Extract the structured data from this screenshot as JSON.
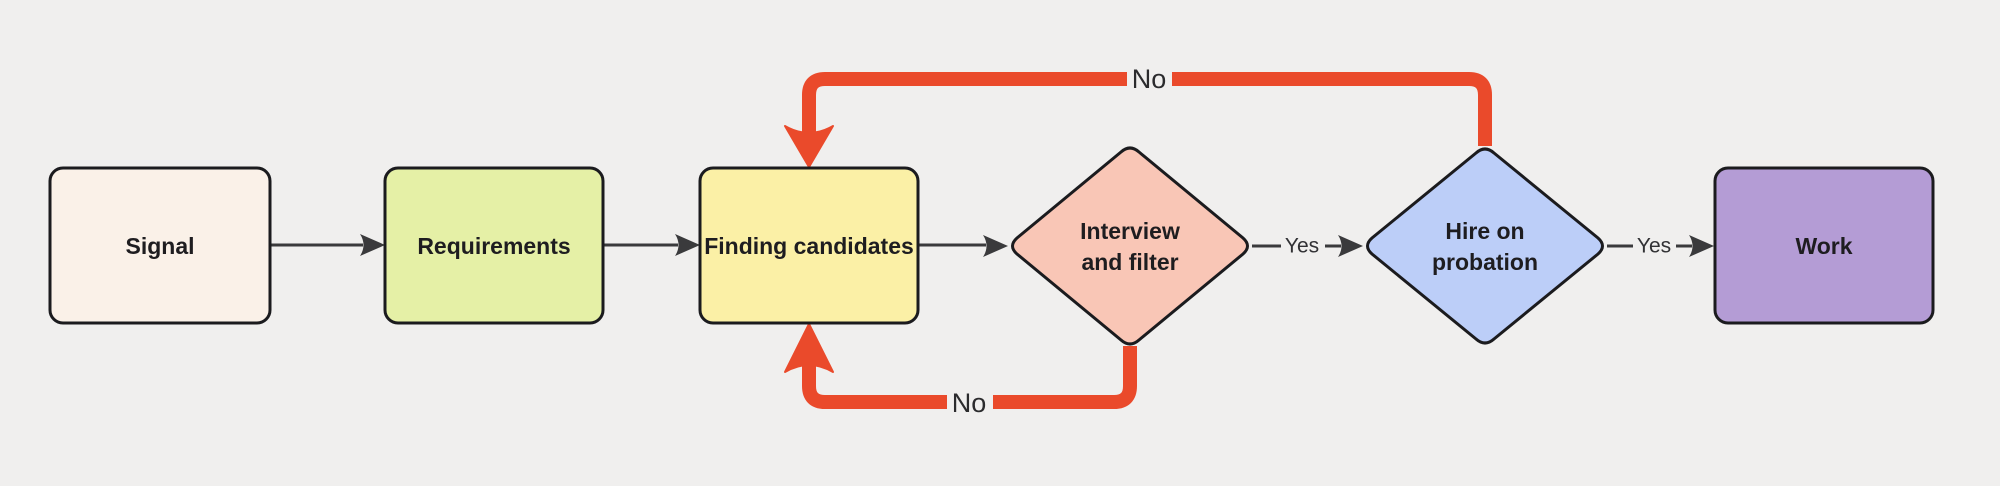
{
  "diagram": {
    "type": "flowchart",
    "background": "#f0efee",
    "node_border_color": "#1b1b1e",
    "connector_color": "#3a3a3c",
    "return_arrow_color": "#ea4a2b",
    "nodes": [
      {
        "id": "signal",
        "shape": "rounded-rectangle",
        "label": "Signal",
        "fill": "#faf1e8"
      },
      {
        "id": "requirements",
        "shape": "rounded-rectangle",
        "label": "Requirements",
        "fill": "#e5f0a6"
      },
      {
        "id": "finding-candidates",
        "shape": "rounded-rectangle",
        "label": "Finding candidates",
        "fill": "#fbf0a6"
      },
      {
        "id": "interview-and-filter",
        "shape": "diamond",
        "label": "Interview and filter",
        "label_line1": "Interview",
        "label_line2": "and filter",
        "fill": "#f9c6b6"
      },
      {
        "id": "hire-on-probation",
        "shape": "diamond",
        "label": "Hire on probation",
        "label_line1": "Hire on",
        "label_line2": "probation",
        "fill": "#bccef8"
      },
      {
        "id": "work",
        "shape": "rounded-rectangle",
        "label": "Work",
        "fill": "#b49cd5"
      }
    ],
    "edges": [
      {
        "from": "signal",
        "to": "requirements",
        "label": ""
      },
      {
        "from": "requirements",
        "to": "finding-candidates",
        "label": ""
      },
      {
        "from": "finding-candidates",
        "to": "interview-and-filter",
        "label": ""
      },
      {
        "from": "interview-and-filter",
        "to": "hire-on-probation",
        "label": "Yes"
      },
      {
        "from": "hire-on-probation",
        "to": "work",
        "label": "Yes"
      },
      {
        "from": "interview-and-filter",
        "to": "finding-candidates",
        "label": "No",
        "route": "bottom-return"
      },
      {
        "from": "hire-on-probation",
        "to": "finding-candidates",
        "label": "No",
        "route": "top-return"
      }
    ]
  }
}
